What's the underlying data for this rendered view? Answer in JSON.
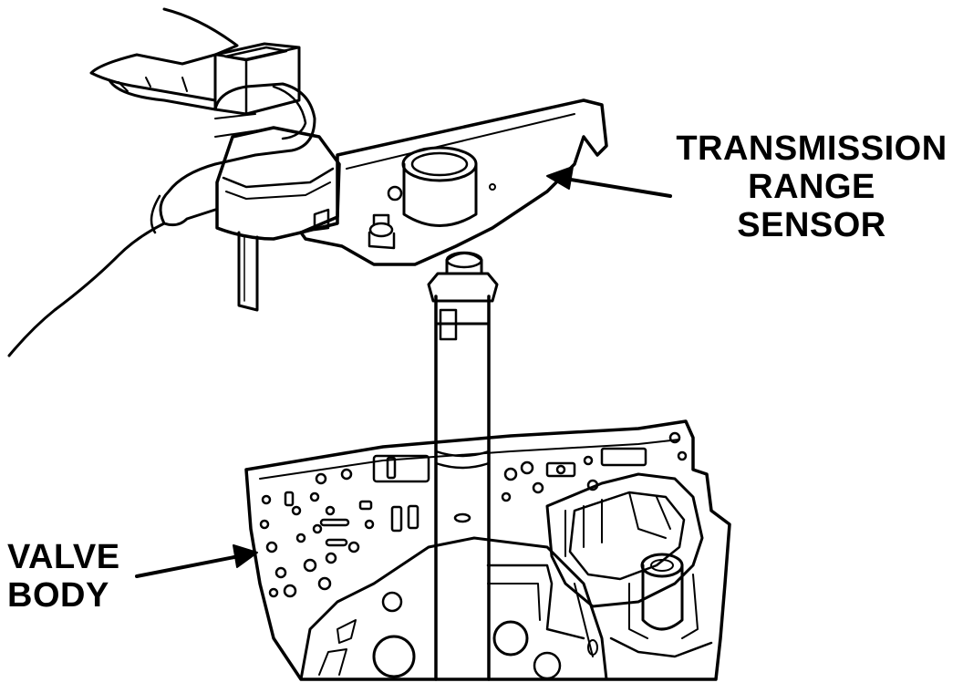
{
  "labels": {
    "transmission_range_sensor": [
      "TRANSMISSION",
      "RANGE",
      "SENSOR"
    ],
    "valve_body": [
      "VALVE",
      "BODY"
    ]
  },
  "colors": {
    "ink": "#000000",
    "paper": "#ffffff"
  }
}
